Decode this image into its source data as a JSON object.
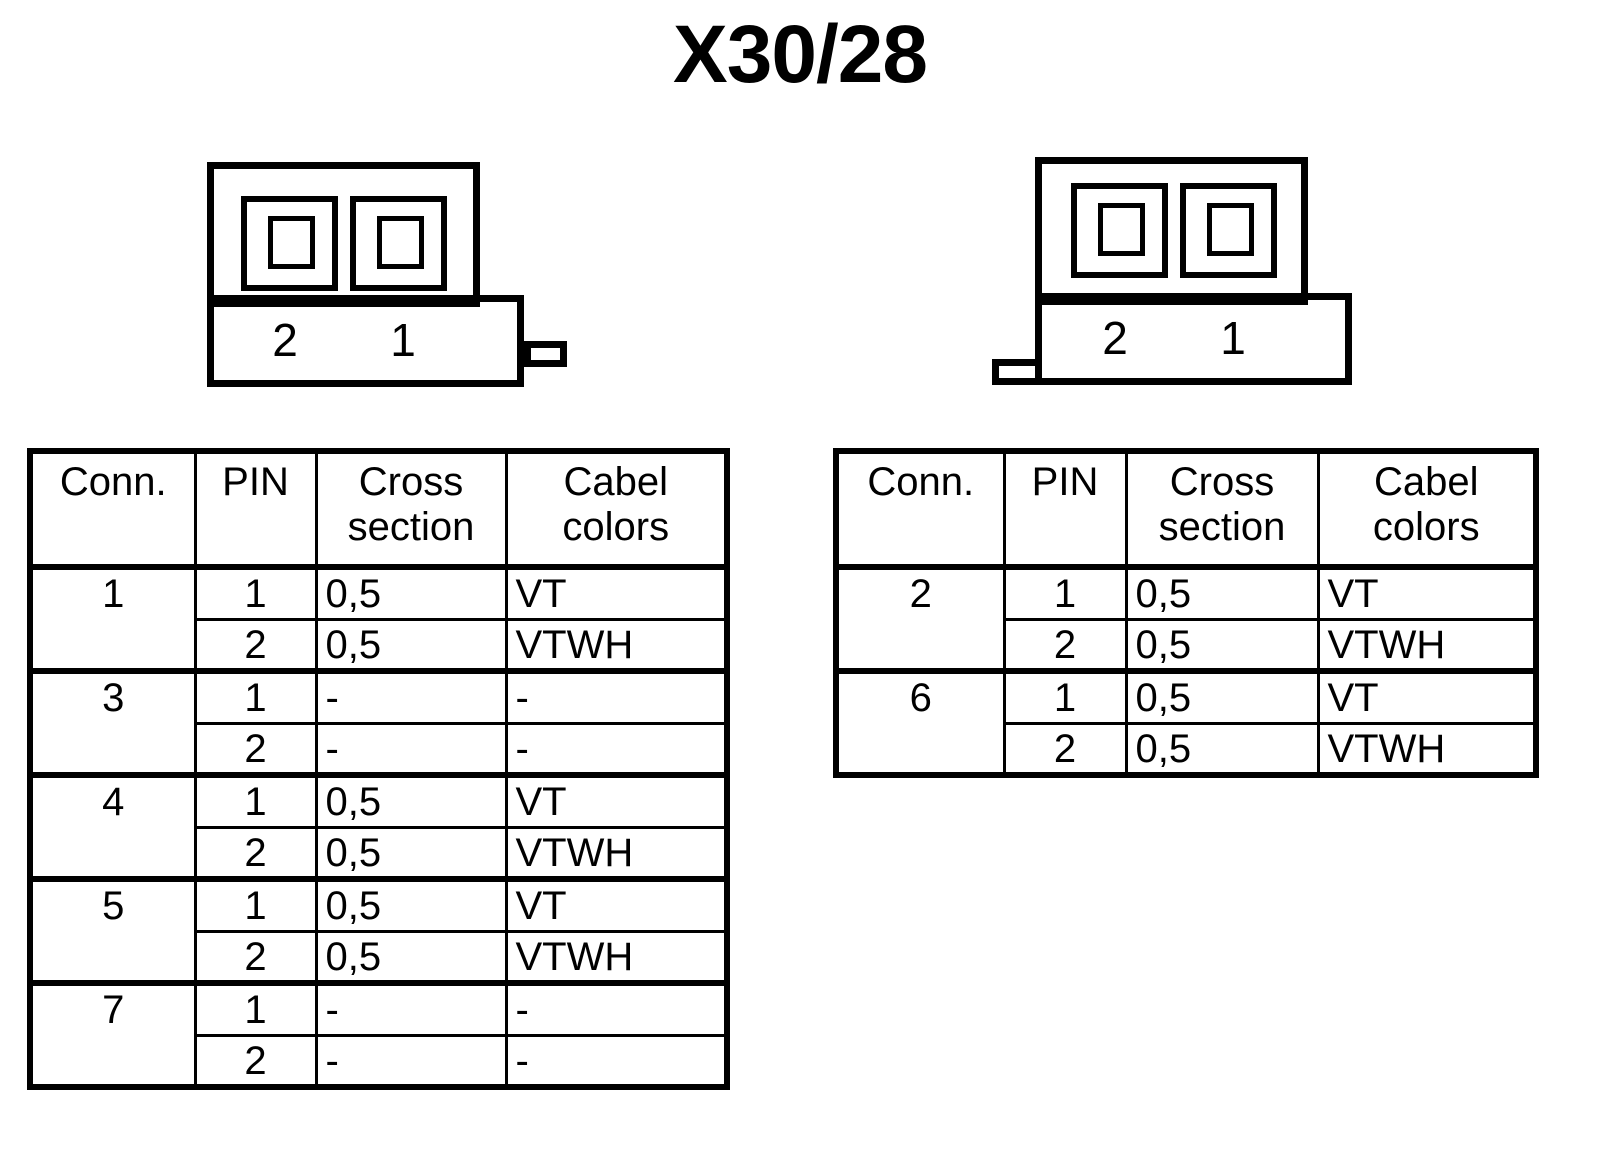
{
  "title": "X30/28",
  "connectors": [
    {
      "name": "connector-left",
      "tab_side": "right",
      "pin_labels": [
        "2",
        "1"
      ]
    },
    {
      "name": "connector-right",
      "tab_side": "left",
      "pin_labels": [
        "2",
        "1"
      ]
    }
  ],
  "tables": [
    {
      "name": "pinout-table-left",
      "headers": [
        "Conn.",
        "PIN",
        "Cross section",
        "Cabel colors"
      ],
      "groups": [
        {
          "conn": "1",
          "rows": [
            {
              "pin": "1",
              "cross_section": "0,5",
              "cabel_color": "VT"
            },
            {
              "pin": "2",
              "cross_section": "0,5",
              "cabel_color": "VTWH"
            }
          ]
        },
        {
          "conn": "3",
          "rows": [
            {
              "pin": "1",
              "cross_section": "-",
              "cabel_color": "-"
            },
            {
              "pin": "2",
              "cross_section": "-",
              "cabel_color": "-"
            }
          ]
        },
        {
          "conn": "4",
          "rows": [
            {
              "pin": "1",
              "cross_section": "0,5",
              "cabel_color": "VT"
            },
            {
              "pin": "2",
              "cross_section": "0,5",
              "cabel_color": "VTWH"
            }
          ]
        },
        {
          "conn": "5",
          "rows": [
            {
              "pin": "1",
              "cross_section": "0,5",
              "cabel_color": "VT"
            },
            {
              "pin": "2",
              "cross_section": "0,5",
              "cabel_color": "VTWH"
            }
          ]
        },
        {
          "conn": "7",
          "rows": [
            {
              "pin": "1",
              "cross_section": "-",
              "cabel_color": "-"
            },
            {
              "pin": "2",
              "cross_section": "-",
              "cabel_color": "-"
            }
          ]
        }
      ]
    },
    {
      "name": "pinout-table-right",
      "headers": [
        "Conn.",
        "PIN",
        "Cross section",
        "Cabel colors"
      ],
      "groups": [
        {
          "conn": "2",
          "rows": [
            {
              "pin": "1",
              "cross_section": "0,5",
              "cabel_color": "VT"
            },
            {
              "pin": "2",
              "cross_section": "0,5",
              "cabel_color": "VTWH"
            }
          ]
        },
        {
          "conn": "6",
          "rows": [
            {
              "pin": "1",
              "cross_section": "0,5",
              "cabel_color": "VT"
            },
            {
              "pin": "2",
              "cross_section": "0,5",
              "cabel_color": "VTWH"
            }
          ]
        }
      ]
    }
  ],
  "colors": {
    "ink": "#000000",
    "paper": "#ffffff"
  }
}
